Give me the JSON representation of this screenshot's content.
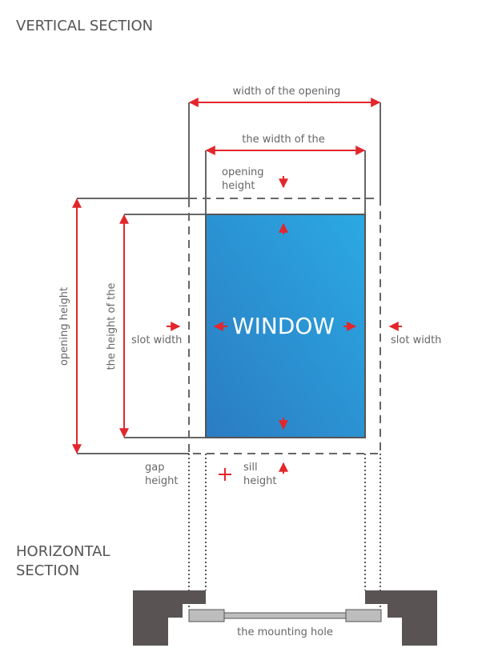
{
  "vertical_title": "VERTICAL SECTION",
  "horizontal_title": [
    "HORIZONTAL",
    "SECTION"
  ],
  "labels": {
    "width_of_opening": "width of the opening",
    "width_of_window": "the width of the",
    "opening_height_top": [
      "opening",
      "height"
    ],
    "opening_height_side": "opening height",
    "height_of_window": "the height of the",
    "slot_width_left": "slot width",
    "slot_width_right": "slot width",
    "window": "WINDOW",
    "gap_height": [
      "gap",
      "height"
    ],
    "sill_height": [
      "sill",
      "height"
    ],
    "mounting_hole": "the mounting hole"
  },
  "colors": {
    "accent": "#e3262b",
    "window_top": "#2ba9e3",
    "window_bottom": "#2b7cc2",
    "wall": "#595353",
    "frame": "#bdbdbd",
    "line": "#666666"
  }
}
